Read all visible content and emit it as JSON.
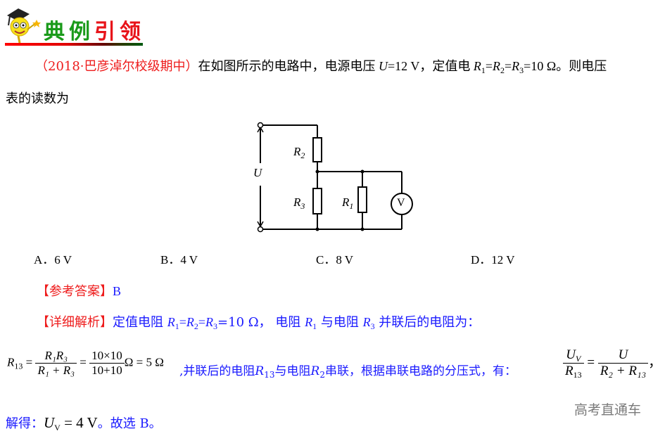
{
  "header": {
    "title_part1": "典例",
    "title_part2": "引领",
    "mascot_icon": "graduate-smiley-mascot-icon",
    "colors": {
      "part1": "#1a9a1a",
      "part2": "#e8141a"
    }
  },
  "question": {
    "source": "（2018·巴彦淖尔校级期中）",
    "text_a": "在如图所示的电路中，电源电压 ",
    "var_U": "U",
    "text_b": "=12 V，定值电 ",
    "R": "R",
    "sub1": "1",
    "sub2": "2",
    "sub3": "3",
    "eq": "=",
    "text_c": "=10 Ω。则电压",
    "line2": "表的读数为"
  },
  "circuit": {
    "labels": {
      "U": "U",
      "R2": "R",
      "R2_sub": "2",
      "R3": "R",
      "R3_sub": "3",
      "R1": "R",
      "R1_sub": "1",
      "meter": "V"
    }
  },
  "options": [
    {
      "letter": "A．",
      "value": "6 V"
    },
    {
      "letter": "B．",
      "value": "4 V"
    },
    {
      "letter": "C．",
      "value": "8 V"
    },
    {
      "letter": "D．",
      "value": "12 V"
    }
  ],
  "answer": {
    "label": "【参考答案】",
    "value": "B"
  },
  "analysis": {
    "label": "【详细解析】",
    "text_a": "定值电阻 ",
    "text_b": "=10 Ω， 电阻 ",
    "text_c": " 与电阻 ",
    "text_d": " 并联后的电阻为："
  },
  "formula": {
    "lhs": "R",
    "lhs_sub": "13",
    "num1": "R₁R₃",
    "den1": "R₁ + R₃",
    "num2": "10×10",
    "den2": "10+10",
    "result": "Ω = 5 Ω",
    "comma": " ,",
    "text_a": "并联后的电阻",
    "r13": "13",
    "text_b": "与电阻",
    "r2": "2",
    "text_c": "串联，根据串联电路的分压式，有：",
    "uv_num": "U",
    "uv_sub": "V",
    "r13_den": "13",
    "u_num": "U",
    "den_rhs": "R₂ + R₁₃",
    "tail": "，"
  },
  "conclusion": {
    "label": "解得：",
    "expr_U": "U",
    "expr_sub": "V",
    "expr_rest": " = 4 V",
    "text": "。故选 B。"
  },
  "watermark": "高考直通车"
}
